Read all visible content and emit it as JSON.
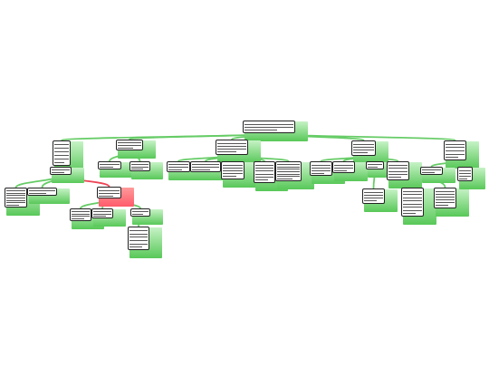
{
  "diagram": {
    "type": "mind-map",
    "link_color": "#66cc66",
    "highlight_link_color": "#ee4455",
    "node_border_color": "#222222",
    "fade_color": "#4fc24f",
    "highlight_fade_color": "#ff5a6a"
  },
  "nodes": [
    {
      "id": "root",
      "lines": 3,
      "highlight": false
    },
    {
      "id": "b1",
      "lines": 6,
      "highlight": false
    },
    {
      "id": "b1a",
      "lines": 2,
      "highlight": false
    },
    {
      "id": "b1a1",
      "lines": 7,
      "highlight": false
    },
    {
      "id": "b1a2",
      "lines": 2,
      "highlight": false
    },
    {
      "id": "b1b",
      "lines": 3,
      "highlight": true
    },
    {
      "id": "b1b1",
      "lines": 4,
      "highlight": false
    },
    {
      "id": "b1b2",
      "lines": 3,
      "highlight": false
    },
    {
      "id": "b1b3",
      "lines": 2,
      "highlight": false
    },
    {
      "id": "b1b3a",
      "lines": 6,
      "highlight": false
    },
    {
      "id": "b2",
      "lines": 3,
      "highlight": false
    },
    {
      "id": "b2a",
      "lines": 2,
      "highlight": false
    },
    {
      "id": "b2b",
      "lines": 3,
      "highlight": false
    },
    {
      "id": "b3",
      "lines": 4,
      "highlight": false
    },
    {
      "id": "b3a",
      "lines": 3,
      "highlight": false
    },
    {
      "id": "b3b",
      "lines": 3,
      "highlight": false
    },
    {
      "id": "b3c",
      "lines": 5,
      "highlight": false
    },
    {
      "id": "b3d",
      "lines": 6,
      "highlight": false
    },
    {
      "id": "b3e",
      "lines": 7,
      "highlight": false
    },
    {
      "id": "b4",
      "lines": 4,
      "highlight": false
    },
    {
      "id": "b4a",
      "lines": 4,
      "highlight": false
    },
    {
      "id": "b4b",
      "lines": 3,
      "highlight": false
    },
    {
      "id": "b4c",
      "lines": 2,
      "highlight": false
    },
    {
      "id": "b4c1",
      "lines": 4,
      "highlight": false
    },
    {
      "id": "b4d",
      "lines": 5,
      "highlight": false
    },
    {
      "id": "b5",
      "lines": 5,
      "highlight": false
    },
    {
      "id": "b5a",
      "lines": 2,
      "highlight": false
    },
    {
      "id": "b5a1",
      "lines": 8,
      "highlight": false
    },
    {
      "id": "b5a2",
      "lines": 6,
      "highlight": false
    },
    {
      "id": "b5b",
      "lines": 4,
      "highlight": false
    }
  ],
  "edges": [
    {
      "from": "root",
      "to": "b1",
      "highlight": false
    },
    {
      "from": "root",
      "to": "b2",
      "highlight": false
    },
    {
      "from": "root",
      "to": "b3",
      "highlight": false
    },
    {
      "from": "root",
      "to": "b4",
      "highlight": false
    },
    {
      "from": "root",
      "to": "b5",
      "highlight": false
    },
    {
      "from": "b1",
      "to": "b1a",
      "highlight": false
    },
    {
      "from": "b1a",
      "to": "b1a1",
      "highlight": false
    },
    {
      "from": "b1a",
      "to": "b1a2",
      "highlight": false
    },
    {
      "from": "b1a",
      "to": "b1b",
      "highlight": true
    },
    {
      "from": "b1b",
      "to": "b1b1",
      "highlight": false
    },
    {
      "from": "b1b",
      "to": "b1b2",
      "highlight": false
    },
    {
      "from": "b1b",
      "to": "b1b3",
      "highlight": false
    },
    {
      "from": "b1b3",
      "to": "b1b3a",
      "highlight": false
    },
    {
      "from": "b2",
      "to": "b2a",
      "highlight": false
    },
    {
      "from": "b2",
      "to": "b2b",
      "highlight": false
    },
    {
      "from": "b3",
      "to": "b3a",
      "highlight": false
    },
    {
      "from": "b3",
      "to": "b3b",
      "highlight": false
    },
    {
      "from": "b3",
      "to": "b3c",
      "highlight": false
    },
    {
      "from": "b3",
      "to": "b3d",
      "highlight": false
    },
    {
      "from": "b3",
      "to": "b3e",
      "highlight": false
    },
    {
      "from": "b4",
      "to": "b4a",
      "highlight": false
    },
    {
      "from": "b4",
      "to": "b4b",
      "highlight": false
    },
    {
      "from": "b4",
      "to": "b4c",
      "highlight": false
    },
    {
      "from": "b4",
      "to": "b4d",
      "highlight": false
    },
    {
      "from": "b4c",
      "to": "b4c1",
      "highlight": false
    },
    {
      "from": "b5",
      "to": "b5a",
      "highlight": false
    },
    {
      "from": "b5",
      "to": "b5b",
      "highlight": false
    },
    {
      "from": "b5a",
      "to": "b5a1",
      "highlight": false
    },
    {
      "from": "b5a",
      "to": "b5a2",
      "highlight": false
    }
  ]
}
